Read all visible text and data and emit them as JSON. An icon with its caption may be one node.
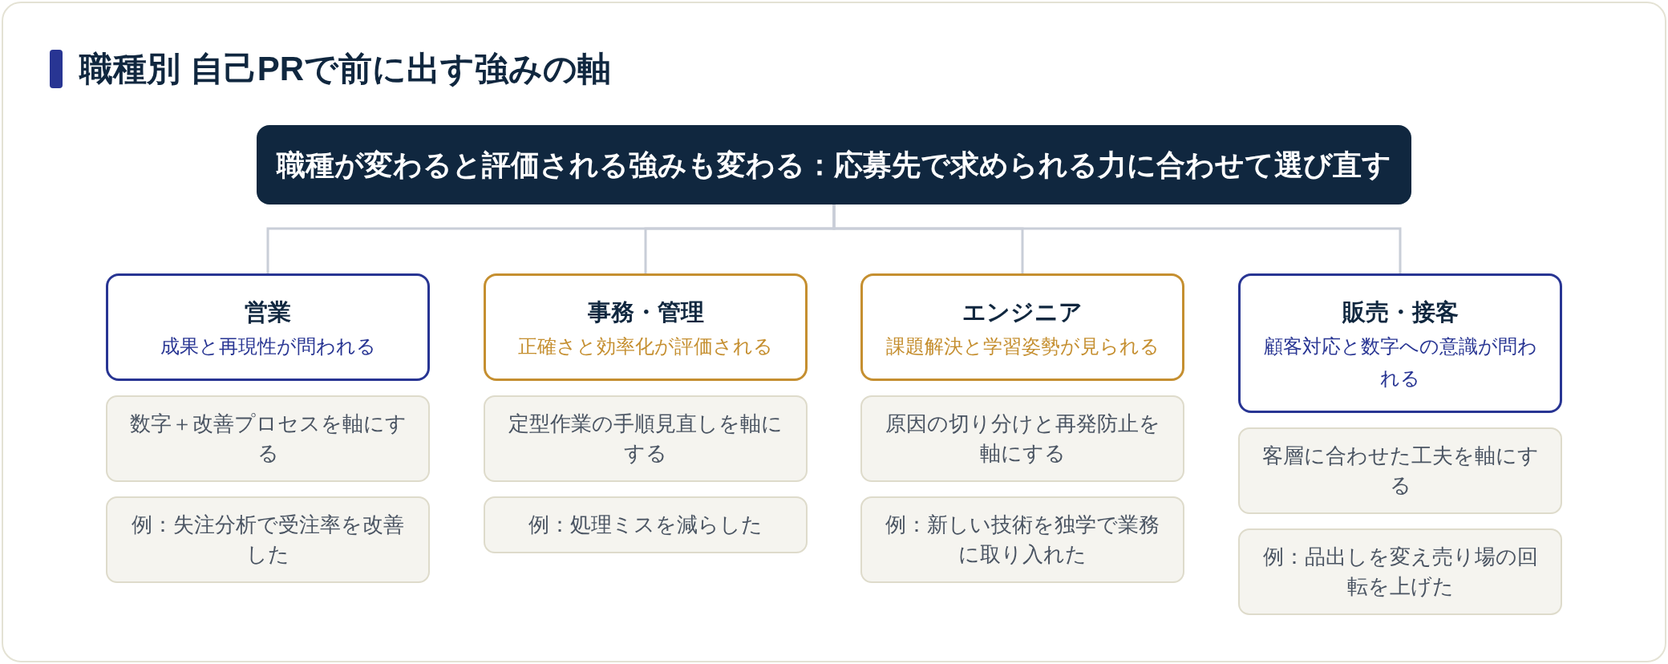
{
  "diagram": {
    "title": "職種別 自己PRで前に出す強みの軸",
    "nodes": [
      {
        "text": [
          "職種が変わると評価される強みも変わる：応募先で求められる力に合わせて選び直す"
        ]
      },
      {
        "text": [
          "営業",
          "成果と再現性が問われる"
        ]
      },
      {
        "text": [
          "数字＋改善プロセスを軸にする"
        ]
      },
      {
        "text": [
          "例：失注分析で受注率を改善した"
        ]
      },
      {
        "text": [
          "事務・管理",
          "正確さと効率化が評価される"
        ]
      },
      {
        "text": [
          "定型作業の手順見直しを軸にする"
        ]
      },
      {
        "text": [
          "例：処理ミスを減らした"
        ]
      },
      {
        "text": [
          "エンジニア",
          "課題解決と学習姿勢が見られる"
        ]
      },
      {
        "text": [
          "原因の切り分けと再発防止を軸にする"
        ]
      },
      {
        "text": [
          "例：新しい技術を独学で業務に取り入れた"
        ]
      },
      {
        "text": [
          "販売・接客",
          "顧客対応と数字への意識が問われる"
        ]
      },
      {
        "text": [
          "客層に合わせた工夫を軸にする"
        ]
      },
      {
        "text": [
          "例：品出しを変え売り場の回転を上げた"
        ]
      }
    ],
    "edges": [
      {
        "from": 0,
        "to": 1,
        "arrow": "none"
      },
      {
        "from": 0,
        "to": 4,
        "arrow": "none"
      },
      {
        "from": 0,
        "to": 7,
        "arrow": "none"
      },
      {
        "from": 0,
        "to": 10,
        "arrow": "none"
      }
    ]
  }
}
